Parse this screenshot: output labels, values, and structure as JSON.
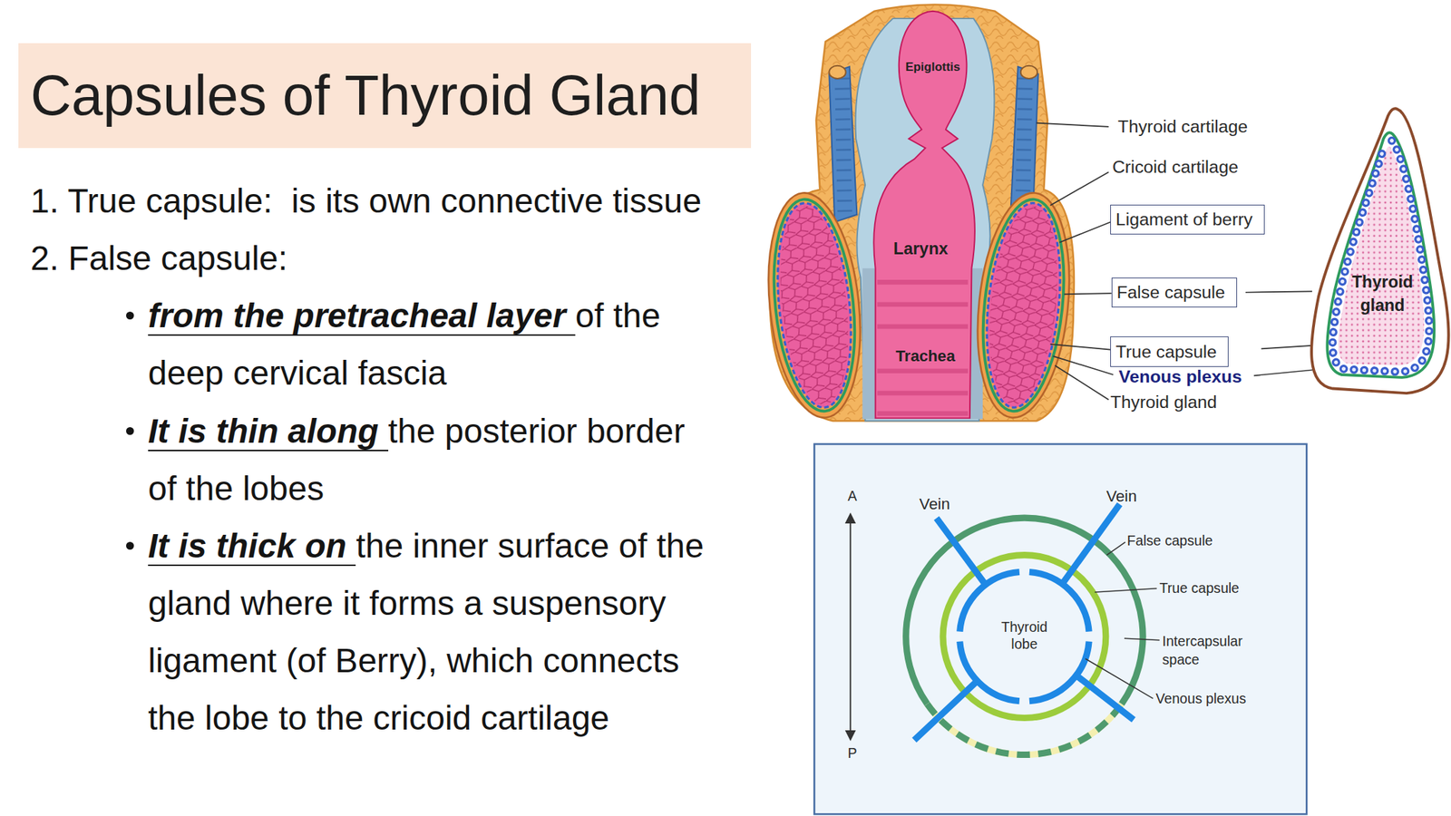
{
  "diagram": {
    "title": "Capsules of Thyroid Gland",
    "nodes": [
      {
        "text": [
          "Ligament of berry"
        ]
      },
      {
        "text": [
          "False capsule"
        ]
      },
      {
        "text": [
          "True capsule"
        ]
      }
    ],
    "labels": [
      "1. True capsule:  is its own connective tissue",
      "2. False capsule:",
      "from the pretracheal layer",
      "of the deep cervical fascia",
      "It is thin along",
      "the posterior border of the lobes",
      "It is thick on",
      "the inner surface of the gland where it forms a suspensory ligament (of Berry), which connects the lobe to the cricoid cartilage",
      "Epiglottis",
      "Thyroid cartilage",
      "Cricoid cartilage",
      "Larynx",
      "Trachea",
      "Venous plexus",
      "Thyroid gland",
      "Thyroid gland",
      "A",
      "Vein",
      "Vein",
      "False capsule",
      "True capsule",
      "Thyroid lobe",
      "Intercapsular space",
      "Venous plexus",
      "P"
    ]
  }
}
